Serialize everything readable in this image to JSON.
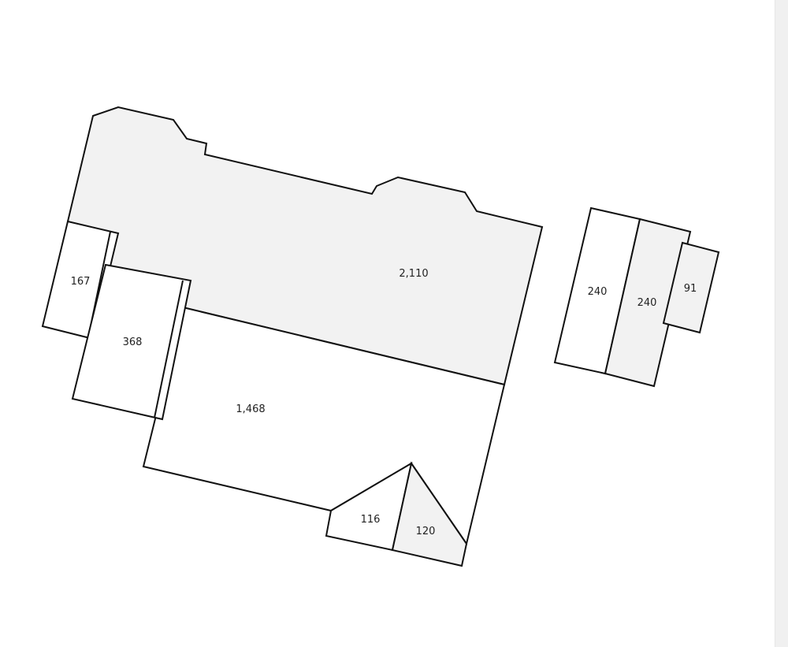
{
  "diagram": {
    "colors": {
      "shaded": "#f2f2f2",
      "unshaded": "#ffffff",
      "stroke": "#111111"
    },
    "areas": [
      {
        "id": "area-2110",
        "label": "2,110",
        "shaded": true
      },
      {
        "id": "area-1468",
        "label": "1,468",
        "shaded": false
      },
      {
        "id": "area-167",
        "label": "167",
        "shaded": false
      },
      {
        "id": "area-368",
        "label": "368",
        "shaded": false
      },
      {
        "id": "area-116",
        "label": "116",
        "shaded": false
      },
      {
        "id": "area-120",
        "label": "120",
        "shaded": true
      },
      {
        "id": "area-240-left",
        "label": "240",
        "shaded": false
      },
      {
        "id": "area-240-right",
        "label": "240",
        "shaded": true
      },
      {
        "id": "area-91",
        "label": "91",
        "shaded": true
      }
    ]
  }
}
